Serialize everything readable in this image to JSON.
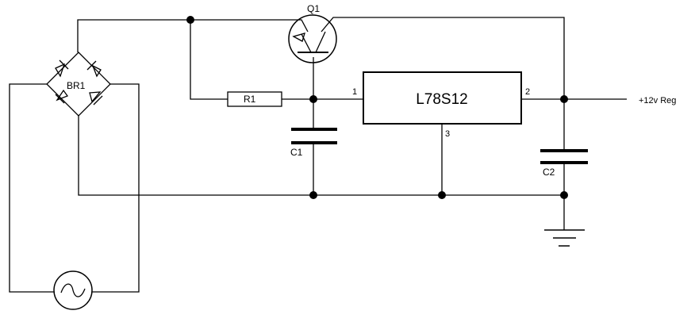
{
  "components": {
    "bridge": {
      "ref": "BR1"
    },
    "transistor": {
      "ref": "Q1"
    },
    "resistor": {
      "ref": "R1"
    },
    "cap_in": {
      "ref": "C1"
    },
    "cap_out": {
      "ref": "C2"
    },
    "regulator": {
      "part": "L78S12",
      "pins": {
        "input": "1",
        "output": "2",
        "ground": "3"
      }
    }
  },
  "nets": {
    "output_label": "+12v Reg"
  },
  "icons": {
    "ac_source": "ac-source-icon",
    "ground": "ground-icon"
  }
}
